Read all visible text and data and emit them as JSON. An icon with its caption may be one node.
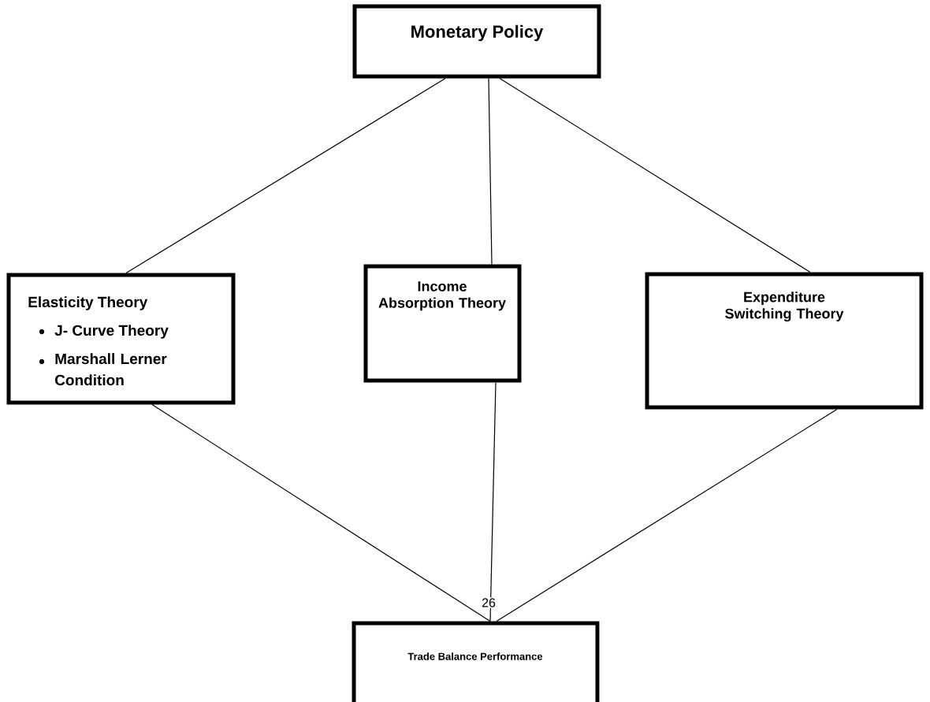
{
  "diagram": {
    "nodes": [
      {
        "text": [
          "Monetary Policy"
        ]
      },
      {
        "text": [
          "Elasticity Theory",
          "J- Curve Theory",
          "Marshall Lerner Condition"
        ]
      },
      {
        "text": [
          "Income Absorption Theory"
        ]
      },
      {
        "text": [
          "Expenditure Switching Theory"
        ]
      },
      {
        "text": [
          "Trade Balance Performance"
        ]
      }
    ],
    "edges": [
      {
        "from": 0,
        "to": 1,
        "arrow": "none"
      },
      {
        "from": 0,
        "to": 2,
        "arrow": "none"
      },
      {
        "from": 0,
        "to": 3,
        "arrow": "none"
      },
      {
        "from": 1,
        "to": 4,
        "arrow": "none"
      },
      {
        "from": 2,
        "to": 4,
        "arrow": "none"
      },
      {
        "from": 3,
        "to": 4,
        "arrow": "none"
      }
    ],
    "labels": [
      "26"
    ]
  }
}
